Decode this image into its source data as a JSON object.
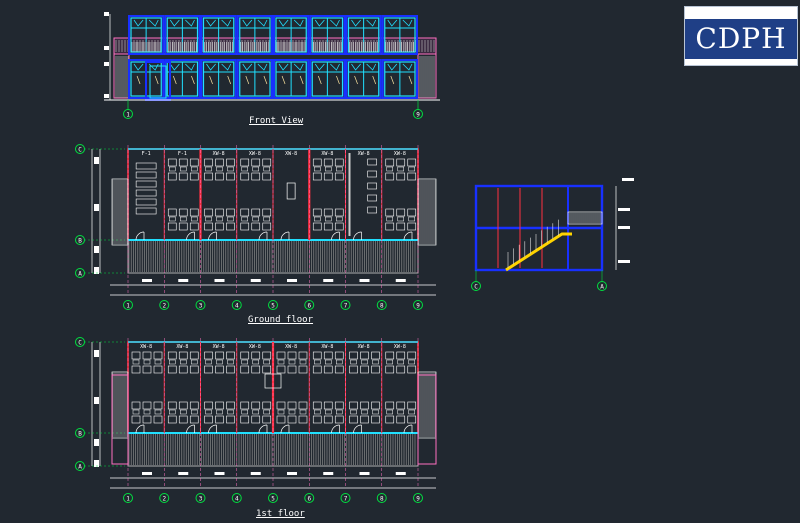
{
  "logo": {
    "text": "CDPH"
  },
  "captions": {
    "front_view": "Front View",
    "ground_floor": "Ground floor",
    "first_floor": "1st floor"
  },
  "front_view_axes": [
    "1",
    "9"
  ],
  "plan_axes_x": [
    "1",
    "2",
    "3",
    "4",
    "5",
    "6",
    "7",
    "8",
    "9"
  ],
  "plan_axes_y": [
    "C",
    "B",
    "A"
  ],
  "section_axes": [
    "C",
    "A"
  ],
  "room_tags": {
    "ground": [
      "F-1",
      "F-1",
      "XW-8",
      "XW-8",
      "XW-8",
      "XW-8",
      "XW-8",
      "XW-8"
    ],
    "first": [
      "XW-8",
      "XW-8",
      "XW-8",
      "XW-8",
      "XW-8",
      "XW-8",
      "XW-8",
      "XW-8"
    ]
  },
  "colors": {
    "background": "#212830",
    "frame_blue": "#1830ff",
    "glass_cyan": "#20e0ff",
    "wall_pink": "#ff70c0",
    "wall_red": "#ff3040",
    "grid_green": "#00e040",
    "stair_yellow": "#ffd400",
    "logo_blue": "#1f3f86"
  }
}
